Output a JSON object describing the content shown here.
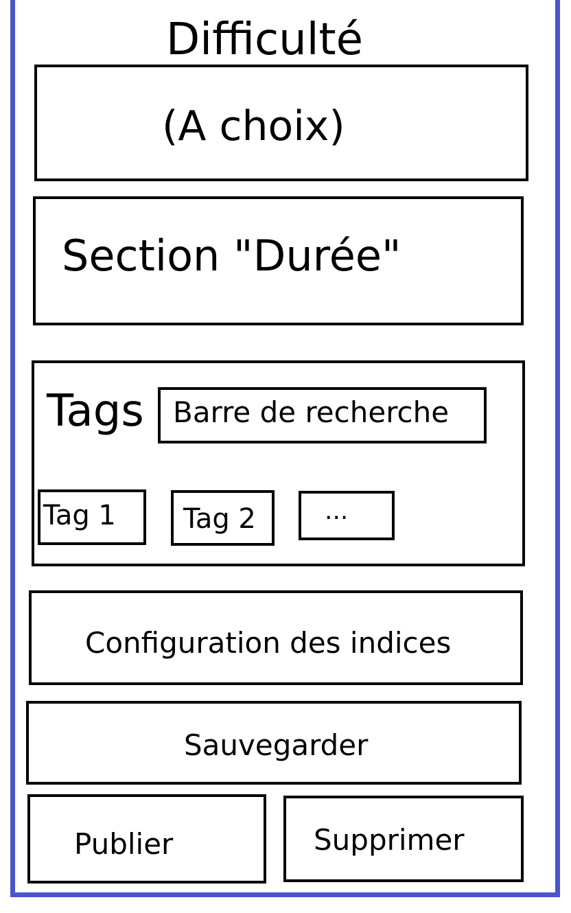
{
  "page": {
    "difficulty_title": "Difficulté",
    "difficulty_value": "(A choix)",
    "duration_section": "Section \"Durée\"",
    "tags": {
      "label": "Tags",
      "search_label": "Barre de recherche",
      "items": [
        "Tag 1",
        "Tag 2",
        "..."
      ]
    },
    "hints_config": "Configuration des indices",
    "actions": {
      "save": "Sauvegarder",
      "publish": "Publier",
      "delete": "Supprimer"
    }
  },
  "colors": {
    "frame_border": "#4a55cc",
    "box_border": "#000000"
  }
}
